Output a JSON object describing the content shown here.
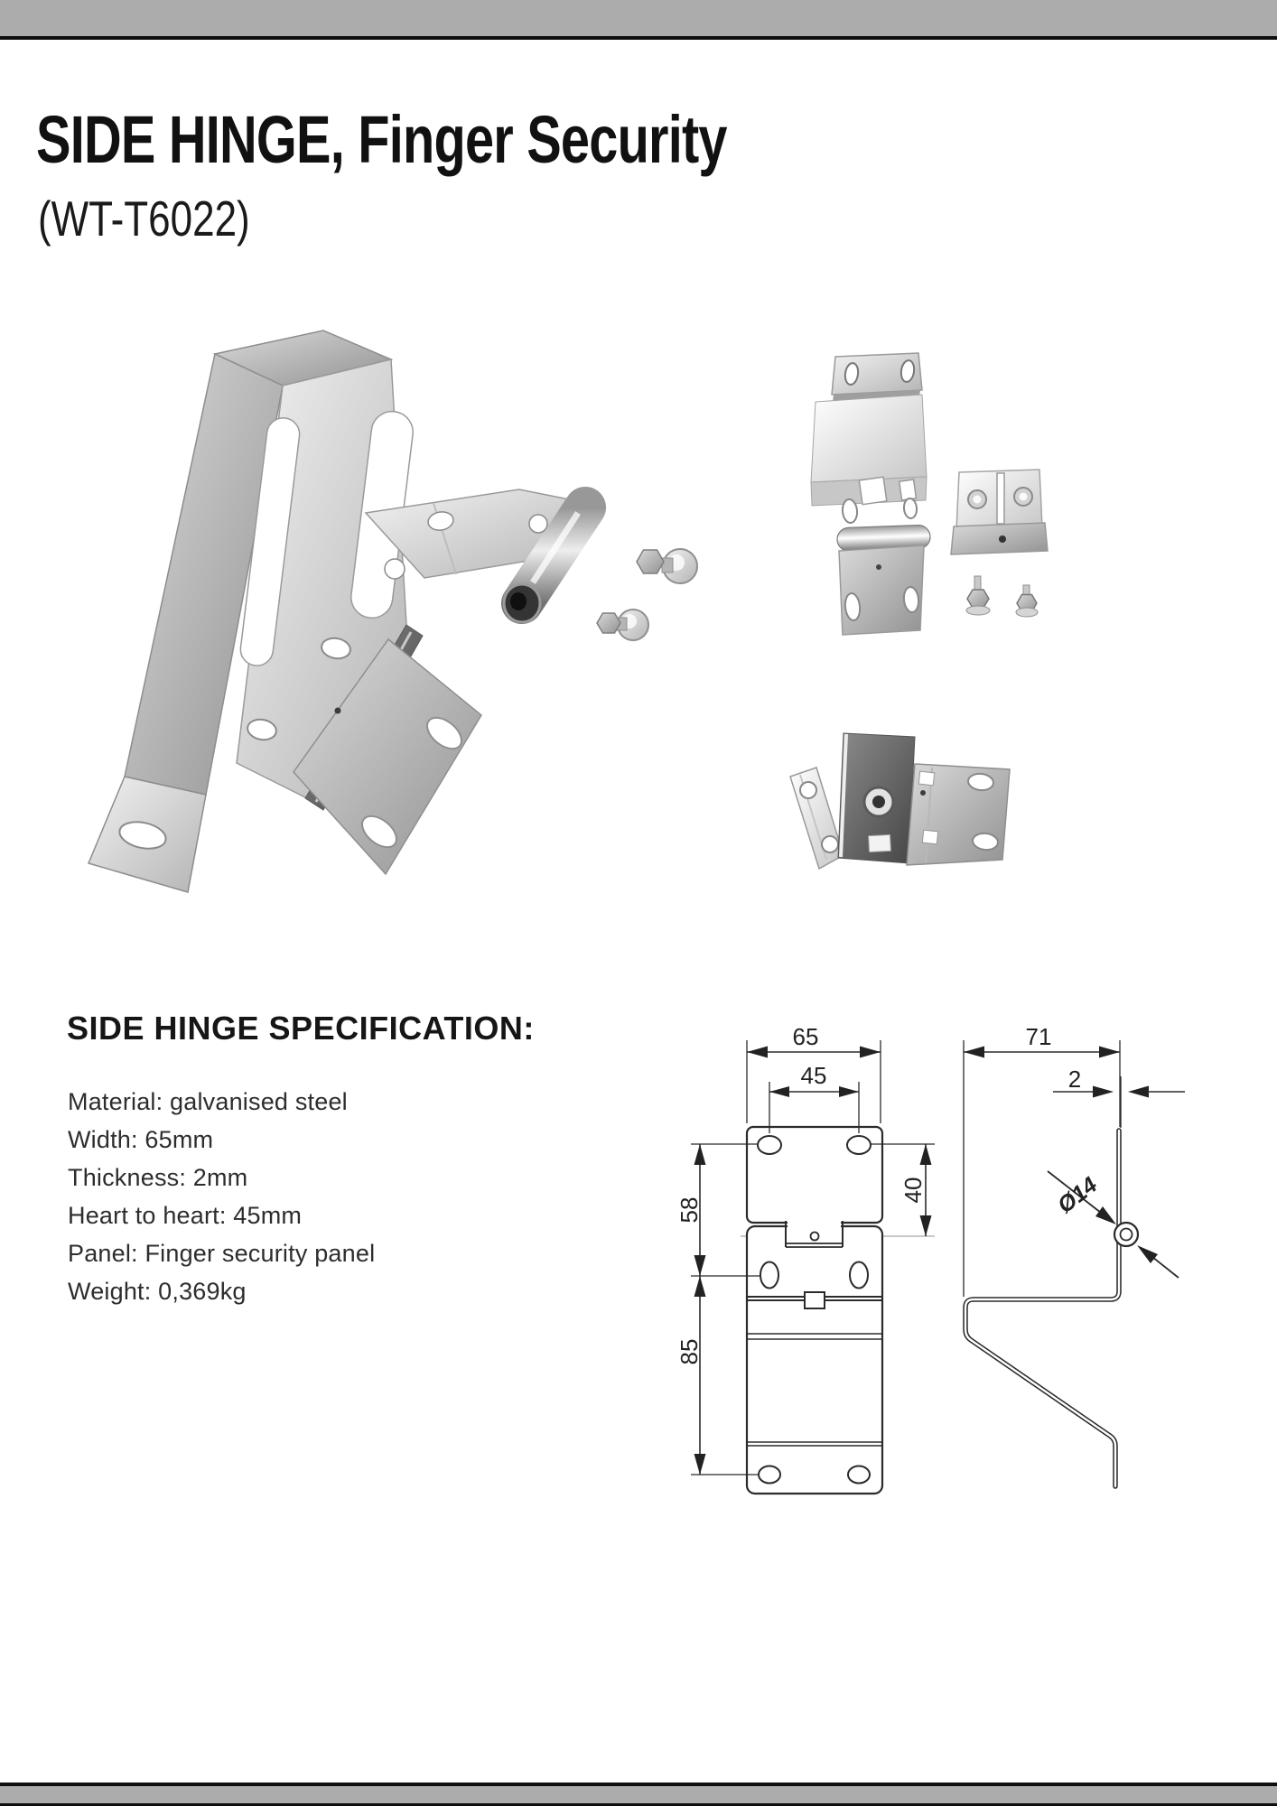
{
  "header": {
    "title": "SIDE HINGE, Finger Security",
    "model_code": "(WT-T6022)"
  },
  "specification": {
    "heading": "SIDE HINGE SPECIFICATION:",
    "items": [
      "Material: galvanised steel",
      "Width: 65mm",
      "Thickness: 2mm",
      "Heart to heart: 45mm",
      "Panel: Finger security panel",
      "Weight: 0,369kg"
    ]
  },
  "drawings": {
    "front_view": {
      "overall_width_mm": "65",
      "hole_spacing_mm": "45",
      "upper_height_mm": "58",
      "lower_height_mm": "85",
      "offset_height_mm": "40"
    },
    "side_view": {
      "depth_mm": "71",
      "thickness_mm": "2",
      "knuckle_diameter": "Ø14"
    }
  },
  "colors": {
    "page_bar_gray": "#ACACAC",
    "bar_line_black": "#0E0E0E",
    "text_primary": "#111111",
    "text_secondary": "#2D2D2D",
    "drawing_line": "#2B2B2B"
  }
}
